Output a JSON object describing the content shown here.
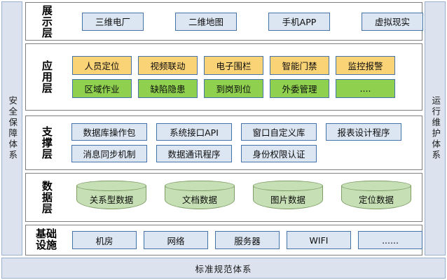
{
  "diagram": {
    "left_bar": {
      "name": "security-assurance-system",
      "text": "安全保障体系"
    },
    "right_bar": {
      "name": "operation-maintenance-system",
      "text": "运行维护体系"
    },
    "bottom_bar": {
      "name": "standards-specification-system",
      "text": "标准规范体系"
    },
    "layers": [
      {
        "id": "presentation",
        "label": "展示层",
        "rows": [
          {
            "nodes": [
              {
                "text": "三维电厂",
                "style": "blue"
              },
              {
                "text": "二维地图",
                "style": "blue"
              },
              {
                "text": "手机APP",
                "style": "blue"
              },
              {
                "text": "虚拟现实",
                "style": "blue"
              }
            ]
          }
        ]
      },
      {
        "id": "application",
        "label": "应用层",
        "rows": [
          {
            "nodes": [
              {
                "text": "人员定位",
                "style": "orange"
              },
              {
                "text": "视频联动",
                "style": "orange"
              },
              {
                "text": "电子围栏",
                "style": "orange"
              },
              {
                "text": "智能门禁",
                "style": "orange"
              },
              {
                "text": "监控报警",
                "style": "orange"
              }
            ]
          },
          {
            "nodes": [
              {
                "text": "区域作业",
                "style": "green"
              },
              {
                "text": "缺陷隐患",
                "style": "green"
              },
              {
                "text": "到岗到位",
                "style": "green"
              },
              {
                "text": "外委管理",
                "style": "green"
              },
              {
                "text": "....",
                "style": "green"
              }
            ]
          }
        ]
      },
      {
        "id": "support",
        "label": "支撑层",
        "rows": [
          {
            "nodes": [
              {
                "text": "数据库操作包",
                "style": "blue"
              },
              {
                "text": "系统接口API",
                "style": "blue"
              },
              {
                "text": "窗口自定义库",
                "style": "blue"
              },
              {
                "text": "报表设计程序",
                "style": "blue"
              }
            ]
          },
          {
            "nodes": [
              {
                "text": "消息同步机制",
                "style": "blue"
              },
              {
                "text": "数据通讯程序",
                "style": "blue"
              },
              {
                "text": "身份权限认证",
                "style": "blue"
              },
              {
                "text": "",
                "style": "empty"
              }
            ]
          }
        ]
      },
      {
        "id": "data",
        "label": "数据层",
        "rows": [
          {
            "nodes": [
              {
                "text": "关系型数据",
                "style": "cylinder"
              },
              {
                "text": "文档数据",
                "style": "cylinder"
              },
              {
                "text": "图片数据",
                "style": "cylinder"
              },
              {
                "text": "定位数据",
                "style": "cylinder"
              }
            ]
          }
        ]
      },
      {
        "id": "infra",
        "label": "基础设施",
        "label_line1": "基础",
        "label_line2": "设施",
        "rows": [
          {
            "nodes": [
              {
                "text": "机房",
                "style": "blue"
              },
              {
                "text": "网络",
                "style": "blue"
              },
              {
                "text": "服务器",
                "style": "blue"
              },
              {
                "text": "WIFI",
                "style": "blue"
              },
              {
                "text": "......",
                "style": "blue"
              }
            ]
          }
        ]
      }
    ]
  },
  "colors": {
    "blue_fill": "#dce6f2",
    "blue_border": "#4573a7",
    "orange_fill": "#fbd377",
    "green_fill": "#8fd14f",
    "cylinder_fill": "#c6dfb4",
    "cylinder_border": "#7f9e68",
    "bar_fill": "#dce3ef",
    "bar_border": "#9bb0cd",
    "panel_border": "#7f7f7f"
  }
}
